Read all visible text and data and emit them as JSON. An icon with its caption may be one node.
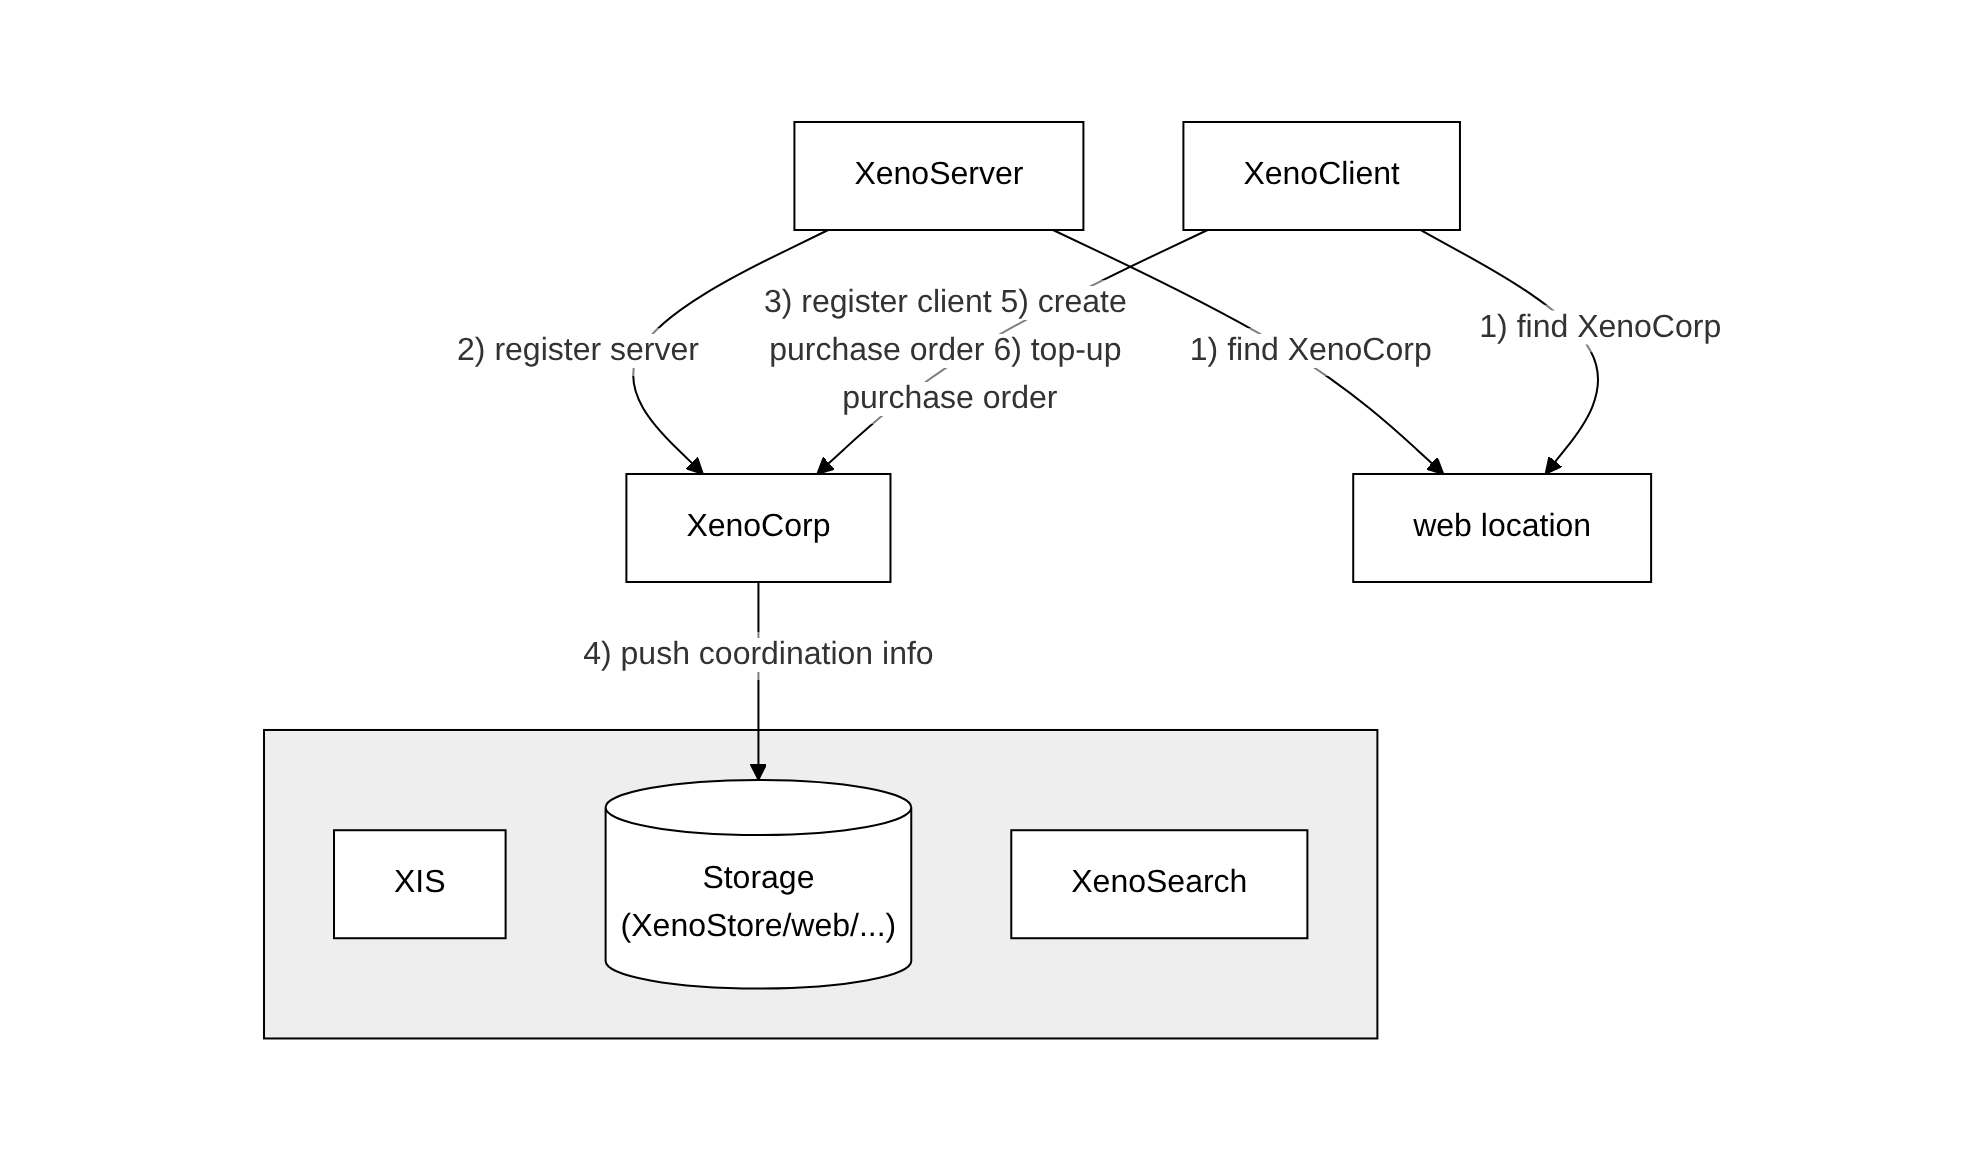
{
  "diagram": {
    "nodes": [
      {
        "text": [
          "XenoCorp"
        ]
      },
      {
        "text": [
          "XenoServer"
        ]
      },
      {
        "text": [],
        "shape": "box"
      },
      {
        "text": [
          "XIS"
        ],
        "in": 2
      },
      {
        "text": [
          "Storage",
          "(XenoStore/web/...)"
        ],
        "in": 2
      },
      {
        "text": [
          "XenoSearch"
        ],
        "in": 2
      },
      {
        "text": [
          "XenoClient"
        ]
      },
      {
        "text": [
          "web location"
        ]
      }
    ],
    "edges": [
      {
        "from": 1,
        "to": 0,
        "arrow": "to",
        "label": "2) register server"
      },
      {
        "from": 6,
        "to": 0,
        "arrow": "to",
        "label": "3) register client 5) create purchase order 6) top-up purchase order"
      },
      {
        "from": 0,
        "to": 4,
        "arrow": "to",
        "label": "4) push coordination info"
      },
      {
        "from": 1,
        "to": 7,
        "arrow": "to",
        "label": "1) find XenoCorp"
      },
      {
        "from": 6,
        "to": 7,
        "arrow": "to",
        "label": "1) find XenoCorp"
      }
    ]
  }
}
